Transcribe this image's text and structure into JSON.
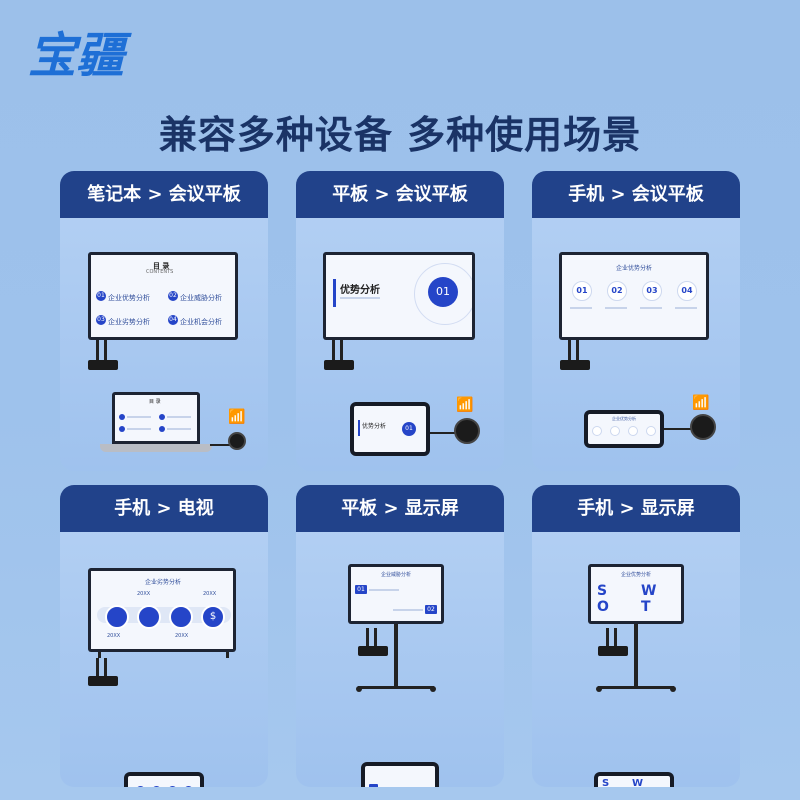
{
  "brand": {
    "name": "宝疆",
    "color": "#1e6fd6"
  },
  "headline": "兼容多种设备 多种使用场景",
  "colors": {
    "card_header": "#21428a",
    "accent": "#2545c8",
    "wifi": "#2ea8e6"
  },
  "cards": [
    {
      "title": "笔记本 > 会议平板",
      "screen": {
        "title": "目 录",
        "subtitle": "CONTENTS",
        "items": [
          {
            "num": "01",
            "label": "企业优势分析"
          },
          {
            "num": "02",
            "label": "企业威胁分析"
          },
          {
            "num": "03",
            "label": "企业劣势分析"
          },
          {
            "num": "04",
            "label": "企业机会分析"
          }
        ]
      }
    },
    {
      "title": "平板 > 会议平板",
      "screen": {
        "title": "优势分析",
        "num": "01"
      }
    },
    {
      "title": "手机 > 会议平板",
      "screen": {
        "title": "企业优势分析",
        "nums": [
          "01",
          "02",
          "03",
          "04"
        ]
      }
    },
    {
      "title": "手机 > 电视",
      "screen": {
        "title": "企业劣势分析",
        "years": [
          "20XX",
          "20XX",
          "20XX",
          "20XX"
        ]
      }
    },
    {
      "title": "平板 > 显示屏",
      "screen": {
        "title": "企业威胁分析",
        "nums": [
          "01",
          "02"
        ]
      }
    },
    {
      "title": "手机 > 显示屏",
      "screen": {
        "title": "企业优势分析",
        "letters": [
          "S",
          "W",
          "O",
          "T"
        ]
      }
    }
  ]
}
